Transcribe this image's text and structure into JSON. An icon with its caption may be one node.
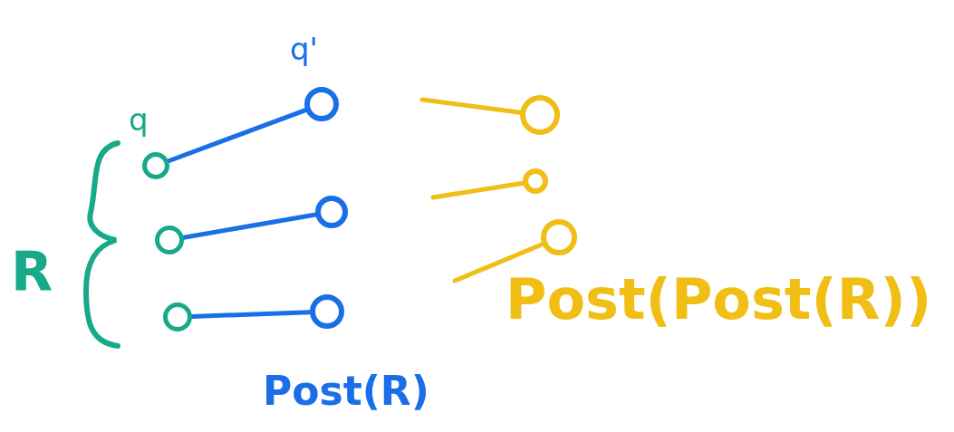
{
  "diagram": {
    "nodes": [
      {
        "text": [],
        "shape": "circle",
        "beside": [
          "q"
        ]
      },
      {
        "text": [],
        "shape": "circle"
      },
      {
        "text": [],
        "shape": "circle"
      },
      {
        "text": [],
        "shape": "circle",
        "beside": [
          "q'"
        ]
      },
      {
        "text": [],
        "shape": "circle"
      },
      {
        "text": [],
        "shape": "circle"
      },
      {
        "text": [],
        "shape": "circle"
      },
      {
        "text": [],
        "shape": "circle"
      },
      {
        "text": [],
        "shape": "circle"
      }
    ],
    "edges": [
      {
        "from": 0,
        "to": 3,
        "arrow": "none"
      },
      {
        "from": 1,
        "to": 4,
        "arrow": "none"
      },
      {
        "from": 2,
        "to": 5,
        "arrow": "none"
      },
      {
        "from": null,
        "to": 6,
        "arrow": "none",
        "color": "#f0be14"
      },
      {
        "from": null,
        "to": 7,
        "arrow": "none",
        "color": "#f0be14"
      },
      {
        "from": null,
        "to": 8,
        "arrow": "none",
        "color": "#f0be14"
      }
    ],
    "labels": [
      "R",
      "Post(R)",
      "Post(Post(R))"
    ]
  }
}
